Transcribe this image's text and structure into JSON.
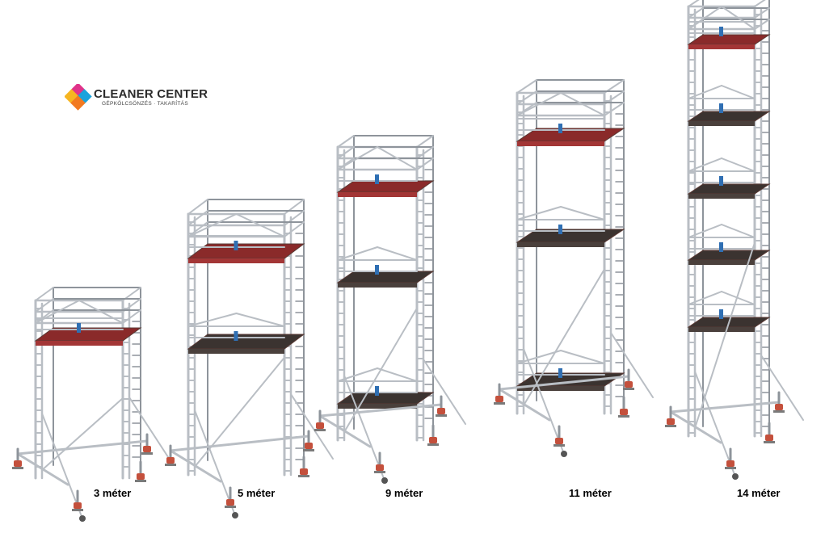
{
  "logo": {
    "brand": "CLEANER CENTER",
    "tagline": "GÉPKÖLCSÖNZÉS · TAKARÍTÁS",
    "colors": [
      "#e0338a",
      "#f6b521",
      "#1ba3dc",
      "#f27a21"
    ]
  },
  "colors": {
    "frame": "#b9bec4",
    "frame_dark": "#8e949b",
    "platform_red": "#8a2a2a",
    "platform_dark": "#3b3330",
    "wheel": "#c4503c",
    "accent_blue": "#2f6fb3"
  },
  "scaffolds": [
    {
      "label": "3 méter"
    },
    {
      "label": "5 méter"
    },
    {
      "label": "9 méter"
    },
    {
      "label": "11 méter"
    },
    {
      "label": "14 méter"
    }
  ]
}
